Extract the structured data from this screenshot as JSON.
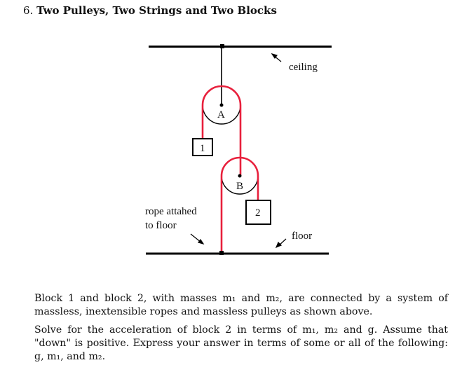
{
  "problem": {
    "number": "6.",
    "title": "Two Pulleys, Two Strings and Two Blocks"
  },
  "diagram": {
    "ceiling_label": "ceiling",
    "floor_label": "floor",
    "rope_label_line1": "rope attahed",
    "rope_label_line2": "to floor",
    "pulley_a_label": "A",
    "pulley_b_label": "B",
    "block1_label": "1",
    "block2_label": "2",
    "rope_color": "#e8203c"
  },
  "text": {
    "paragraph1": "Block 1 and block 2, with masses m₁ and m₂, are connected by a system of massless, inextensible ropes and massless pulleys as shown above.",
    "paragraph2": "Solve for the acceleration of block 2 in terms of m₁, m₂ and g. Assume that \"down\" is positive. Express your answer in terms of some or all of the following: g, m₁, and m₂."
  }
}
